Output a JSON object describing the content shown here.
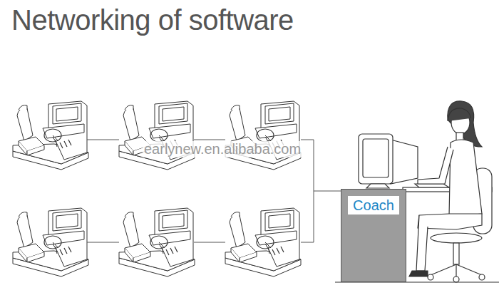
{
  "diagram": {
    "title": "Networking of software",
    "nodes": [
      {
        "text": [
          "Coach"
        ]
      }
    ],
    "labels": [
      "earlynew.en.alibaba.com"
    ]
  }
}
